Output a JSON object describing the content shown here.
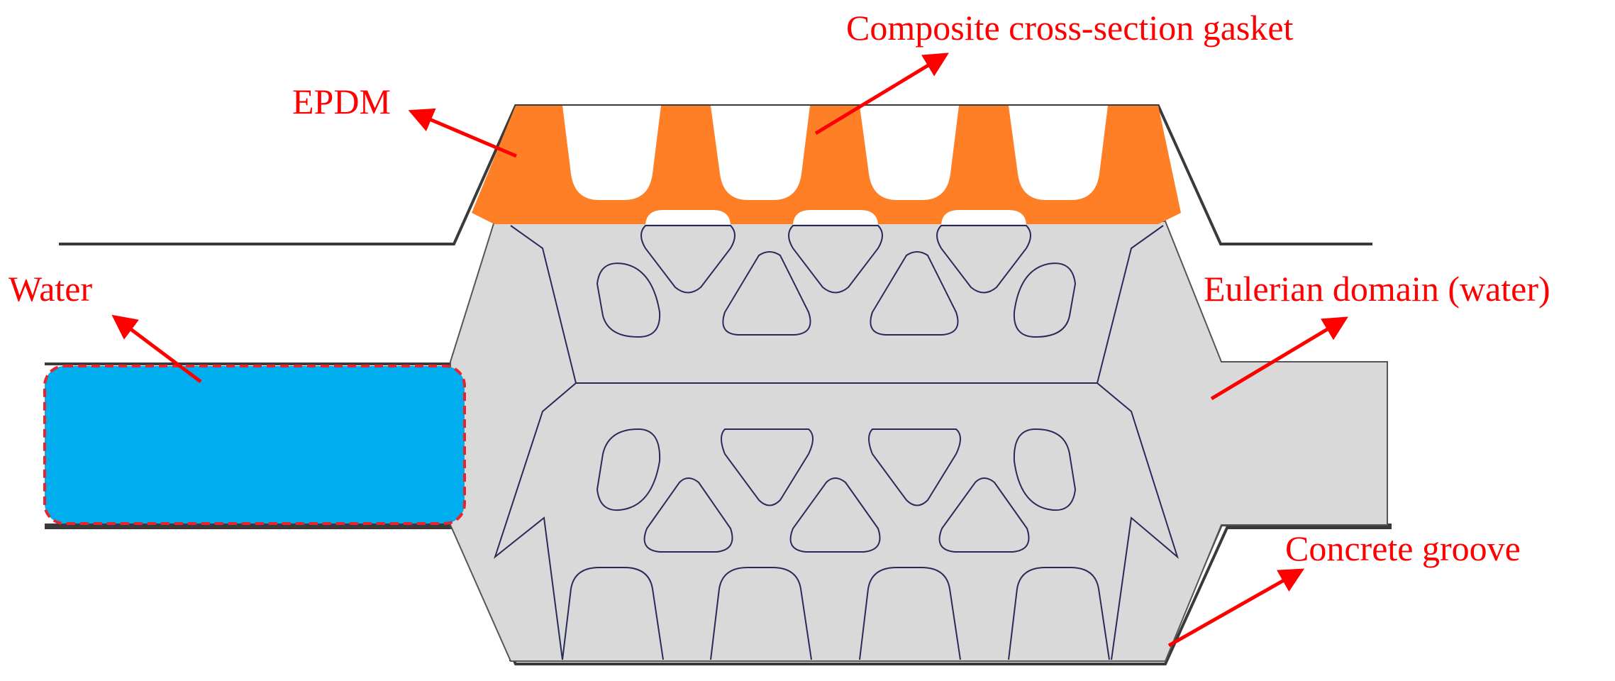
{
  "labels": {
    "composite_gasket": "Composite cross-section gasket",
    "epdm": "EPDM",
    "water": "Water",
    "eulerian_domain": "Eulerian domain (water)",
    "concrete_groove": "Concrete groove"
  },
  "colors": {
    "annotation": "#ff0000",
    "epdm": "#ff7f27",
    "water": "#00aeef",
    "water_dash": "#e8242e",
    "eulerian_fill": "#d9d9d9",
    "mesh_line": "#2a2a5a",
    "groove_line": "#3a3a3a",
    "background": "#ffffff"
  }
}
